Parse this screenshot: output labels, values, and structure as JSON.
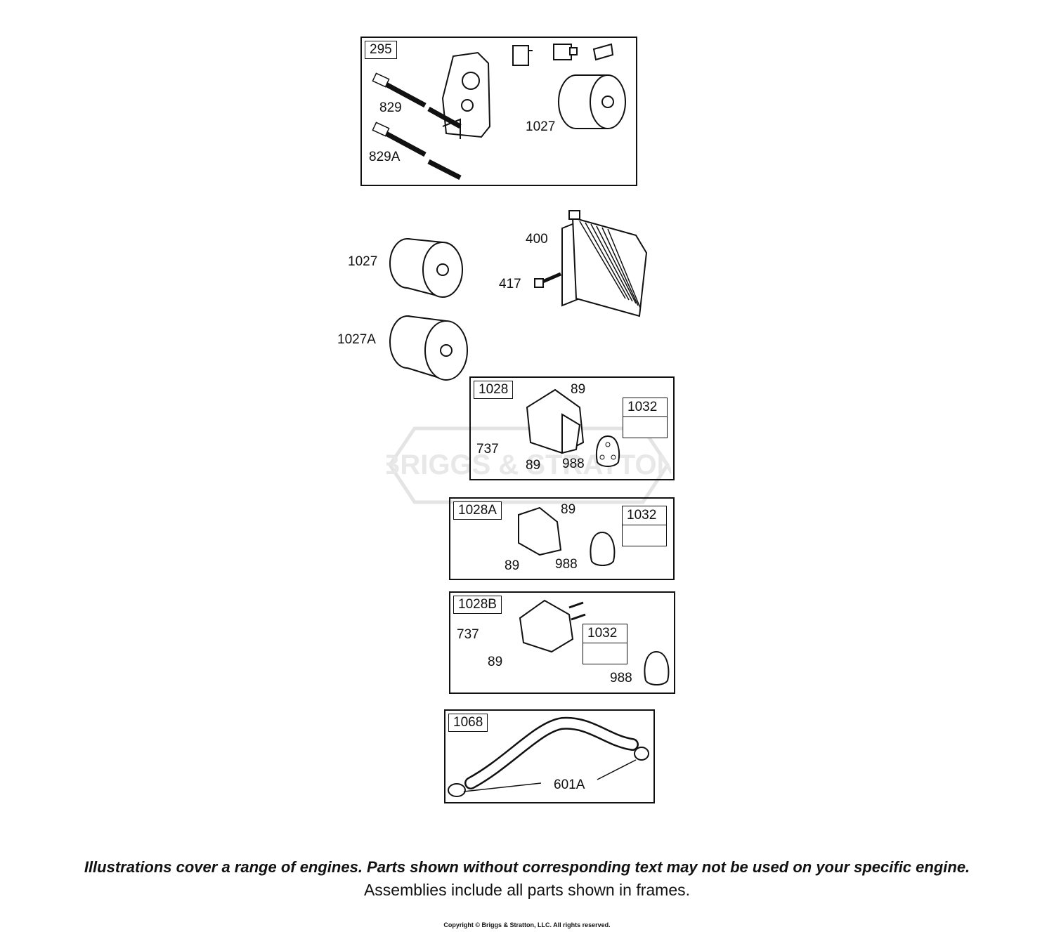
{
  "watermark": {
    "text": "BRIGGS & STRATTON"
  },
  "frames": {
    "f295": {
      "label": "295",
      "c829": "829",
      "c829a": "829A",
      "c1027": "1027"
    },
    "loose": {
      "c1027": "1027",
      "c1027a": "1027A",
      "c400": "400",
      "c417": "417"
    },
    "f1028": {
      "label": "1028",
      "c89a": "89",
      "c737": "737",
      "c89b": "89",
      "c988": "988",
      "sub": "1032"
    },
    "f1028a": {
      "label": "1028A",
      "c89a": "89",
      "c89b": "89",
      "c988": "988",
      "sub": "1032"
    },
    "f1028b": {
      "label": "1028B",
      "c737": "737",
      "c89": "89",
      "c988": "988",
      "sub": "1032"
    },
    "f1068": {
      "label": "1068",
      "c601a": "601A"
    }
  },
  "notes": {
    "line1": "Illustrations cover a range of engines. Parts shown without corresponding text may not be used on your specific engine.",
    "line2": "Assemblies include all parts shown in frames.",
    "copyright": "Copyright © Briggs & Stratton, LLC. All rights reserved."
  }
}
